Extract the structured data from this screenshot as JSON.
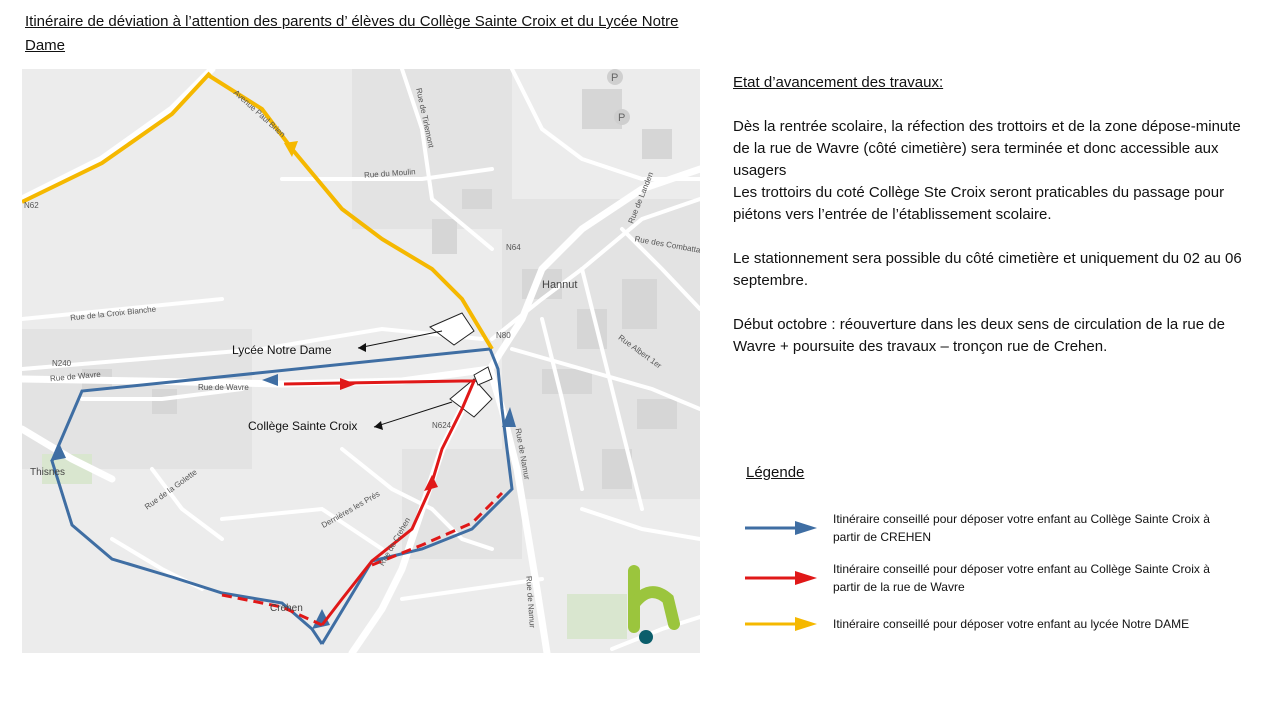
{
  "title": "Itinéraire de déviation à l’attention des parents d’ élèves du Collège Sainte Croix et du Lycée Notre Dame",
  "map": {
    "labels": {
      "lycee": "Lycée Notre Dame",
      "college": "Collège Sainte Croix",
      "hannut": "Hannut",
      "thisnes": "Thisnes",
      "crehen": "Crehen"
    },
    "streets": {
      "rue_wavre_1": "Rue de Wavre",
      "rue_wavre_2": "Rue de Wavre",
      "n240": "N240",
      "n64": "N64",
      "n80": "N80",
      "n624": "N624",
      "n62": "N62",
      "rue_namur_1": "Rue de Namur",
      "rue_namur_2": "Rue de Namur",
      "rue_moulin": "Rue du Moulin",
      "rue_landen": "Rue de Landen",
      "rue_tirlemont": "Rue de Tirlemont",
      "rue_albert": "Rue Albert 1er",
      "avenue_paul_brien": "Avenue Paul Brien",
      "rue_croix_blanche": "Rue de la Croix Blanche",
      "rue_combattants": "Rue des Combattants",
      "dernieres_pres": "Dernières les Prés",
      "rue_golette": "Rue de la Golette",
      "rue_crehen": "Rue de Crehen"
    },
    "colors": {
      "blue_route": "#3f6ea3",
      "red_route": "#e01818",
      "yellow_route": "#f5b800",
      "logo_green": "#9bc53d",
      "logo_dot": "#0b5e6b"
    },
    "logo_icon": "h-logo"
  },
  "info": {
    "heading": "Etat d’avancement des travaux:",
    "paragraphs": [
      "Dès la rentrée scolaire, la réfection des trottoirs et de la zone dépose-minute de la rue de Wavre (côté cimetière) sera terminée et donc accessible aux usagers",
      "Les trottoirs du coté Collège Ste Croix seront praticables du passage pour piétons vers l’entrée de l’établissement scolaire.",
      "Le stationnement sera possible du côté cimetière et uniquement du 02 au 06 septembre.",
      "Début octobre : réouverture dans les deux sens de circulation de la rue de Wavre + poursuite des travaux – tronçon rue de Crehen."
    ]
  },
  "legend": {
    "title": "Légende",
    "items": [
      {
        "label": "Itinéraire conseillé pour déposer votre enfant au Collège Sainte Croix à partir de CREHEN",
        "color": "#3f6ea3"
      },
      {
        "label": "Itinéraire conseillé pour déposer votre enfant au Collège Sainte Croix à partir de la rue de Wavre",
        "color": "#e01818"
      },
      {
        "label": "Itinéraire conseillé pour déposer votre enfant au lycée Notre DAME",
        "color": "#f5b800"
      }
    ]
  }
}
